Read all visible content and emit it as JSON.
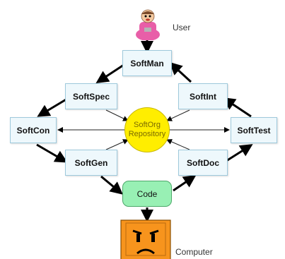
{
  "user_label": "User",
  "computer_label": "Computer",
  "nodes": {
    "softman": "SoftMan",
    "softspec": "SoftSpec",
    "softint": "SoftInt",
    "softcon": "SoftCon",
    "softtest": "SoftTest",
    "softgen": "SoftGen",
    "softdoc": "SoftDoc",
    "code": "Code"
  },
  "repository": {
    "line1": "SoftOrg",
    "line2": "Repository"
  },
  "colors": {
    "box_fill": "#eef8fc",
    "box_border": "#9ec9dc",
    "code_fill": "#98f0b4",
    "repository_fill": "#ffee00",
    "computer_fill": "#f7941d",
    "arrow": "#000000"
  },
  "icons": {
    "user": "user-figure-icon",
    "computer": "computer-face-icon"
  }
}
